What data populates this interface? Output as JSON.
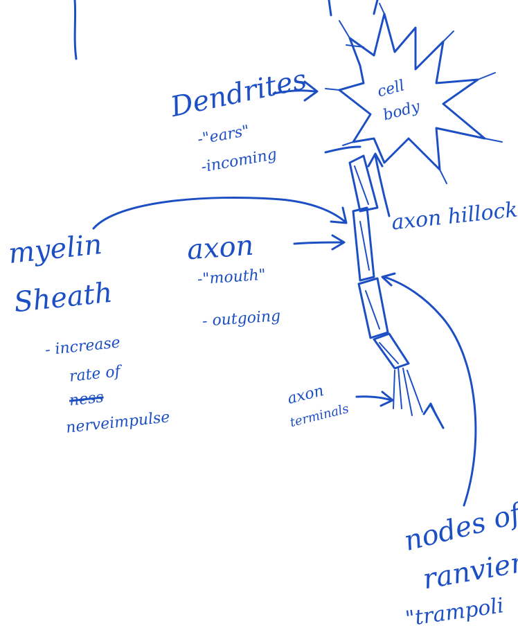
{
  "diagram": {
    "ink_color": "#1d4fc4",
    "parts": {
      "dendrites": {
        "title": "Dendrites",
        "notes": [
          "-\"ears\"",
          "-incoming"
        ]
      },
      "cell_body": {
        "title_line1": "cell",
        "title_line2": "body"
      },
      "axon_hillock": {
        "title": "axon hillock"
      },
      "myelin_sheath": {
        "title_line1": "myelin",
        "title_line2": "Sheath",
        "notes": [
          "- increase",
          "rate of",
          "ness",
          "nerveimpulse"
        ]
      },
      "axon": {
        "title": "axon",
        "notes": [
          "-\"mouth\"",
          "- outgoing"
        ]
      },
      "axon_terminals": {
        "title_line1": "axon",
        "title_line2": "terminals"
      },
      "nodes_of_ranvier": {
        "title_line1": "nodes of",
        "title_line2": "ranvier",
        "title_line3": "\"trampoli"
      }
    }
  }
}
